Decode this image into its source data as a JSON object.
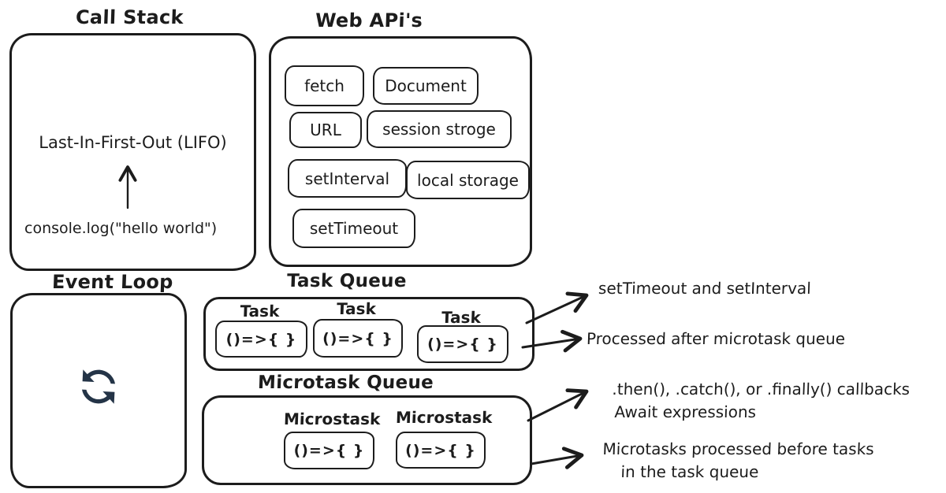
{
  "colors": {
    "ink": "#1c1c1c",
    "background": "#ffffff",
    "loop_icon": "#243447"
  },
  "call_stack": {
    "title": "Call Stack",
    "lifo_label": "Last-In-First-Out (LIFO)",
    "code_label": "console.log(\"hello world\")"
  },
  "web_apis": {
    "title": "Web APi's",
    "items": [
      "fetch",
      "Document",
      "URL",
      "session stroge",
      "setInterval",
      "local storage",
      "setTimeout"
    ]
  },
  "event_loop": {
    "title": "Event Loop",
    "icon": "sync-loop-icon"
  },
  "task_queue": {
    "title": "Task Queue",
    "tasks": [
      {
        "label": "Task",
        "code": "()=>{ }"
      },
      {
        "label": "Task",
        "code": "()=>{ }"
      },
      {
        "label": "Task",
        "code": "()=>{ }"
      }
    ]
  },
  "microtask_queue": {
    "title": "Microtask Queue",
    "tasks": [
      {
        "label": "Microstask",
        "code": "()=>{ }"
      },
      {
        "label": "Microstask",
        "code": "()=>{ }"
      }
    ]
  },
  "annotations": {
    "task_queue": [
      {
        "lines": [
          "setTimeout and setInterval",
          ""
        ]
      },
      {
        "lines": [
          "Processed after microtask queue",
          ""
        ]
      }
    ],
    "microtask_queue": [
      {
        "lines": [
          ".then(), .catch(), or .finally() callbacks",
          "Await expressions"
        ]
      },
      {
        "lines": [
          "Microtasks processed before tasks",
          "in the task queue"
        ]
      }
    ]
  }
}
